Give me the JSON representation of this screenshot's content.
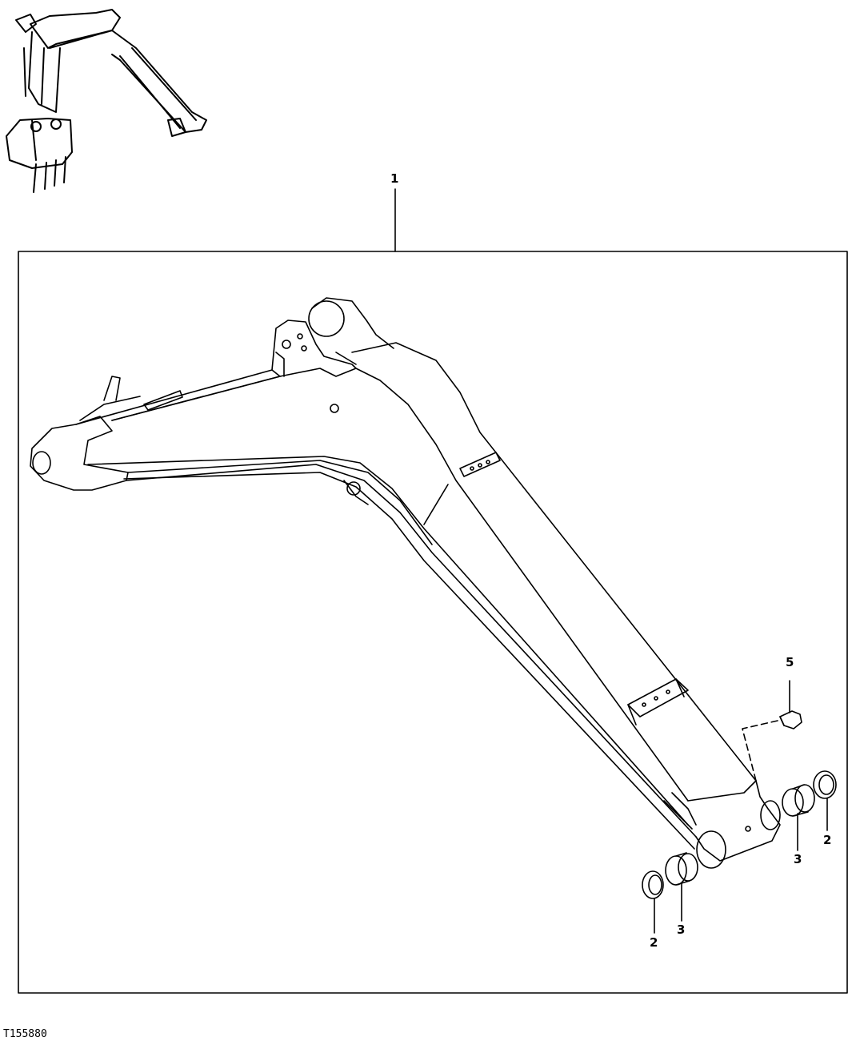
{
  "figure_id": "T155880",
  "callouts": {
    "boom": "1",
    "seal_lower": "2",
    "bushing_lower": "3",
    "seal_upper": "2",
    "bushing_upper": "3",
    "grease_fitting": "5"
  },
  "colors": {
    "line": "#000000",
    "background": "#ffffff"
  }
}
